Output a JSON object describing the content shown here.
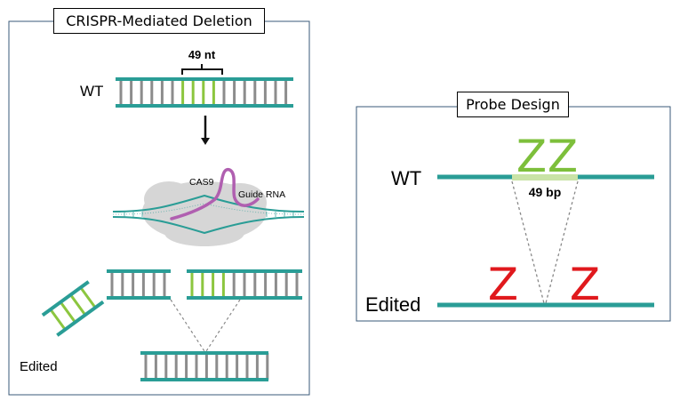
{
  "left_panel": {
    "title": "CRISPR-Mediated Deletion",
    "wt_label": "WT",
    "segment_label": "49 nt",
    "cas9_label": "CAS9",
    "guide_label": "Guide RNA",
    "edited_label": "Edited"
  },
  "right_panel": {
    "title": "Probe Design",
    "wt_label": "WT",
    "edited_label": "Edited",
    "deletion_label": "49 bp",
    "probe_glyph": "Z"
  },
  "colors": {
    "backbone": "#2a9d96",
    "rung": "#8c8c8c",
    "deleted_rung": "#8cc63f",
    "guide_rna": "#b05fb0",
    "cas9_blob": "#d6d6d6",
    "probe_intact": "#7dbf3b",
    "probe_split": "#e0191d",
    "panel_border": "#3a5a78"
  }
}
